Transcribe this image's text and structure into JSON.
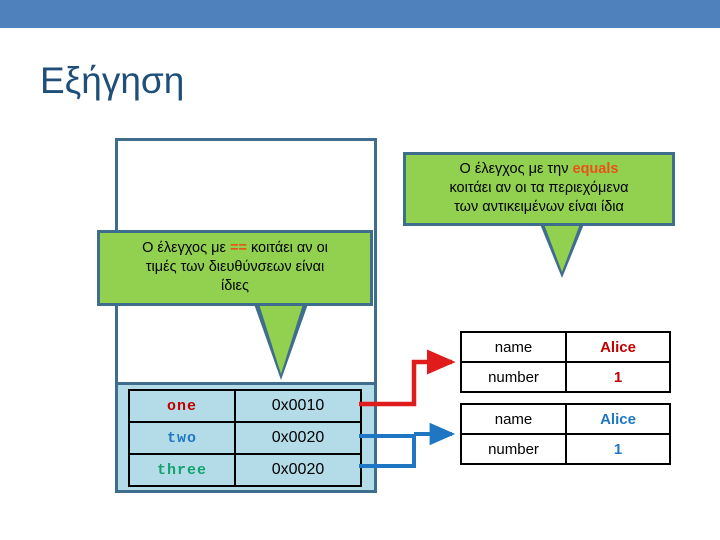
{
  "slide": {
    "title": "Εξήγηση",
    "title_color": "#1F4E79",
    "top_bar_color": "#4F81BD"
  },
  "callouts": [
    {
      "name": "equals-callout",
      "line1_before": "Ο έλεγχος με την ",
      "highlight": "equals",
      "line1_after": "",
      "line2": "κοιτάει αν οι τα περιεχόμενα",
      "line3": "των αντικειμένων είναι ίδια",
      "fill": "#92D050",
      "border": "#3E6D8E",
      "highlight_color": "#E8531A"
    },
    {
      "name": "equalsequals-callout",
      "line1_before": "Ο έλεγχος με ",
      "highlight": "==",
      "line1_after": " κοιτάει αν οι",
      "line2": "τιμές των διευθύνσεων είναι",
      "line3": "ίδιες",
      "fill": "#92D050",
      "border": "#3E6D8E",
      "highlight_color": "#E8531A"
    }
  ],
  "stack_table": {
    "panel_fill": "#B4DCE8",
    "rows": [
      {
        "name": "one",
        "address": "0x0010",
        "name_color": "#C00000"
      },
      {
        "name": "two",
        "address": "0x0020",
        "name_color": "#1F77C4"
      },
      {
        "name": "three",
        "address": "0x0020",
        "name_color": "#13A36F"
      }
    ]
  },
  "heap_tables": [
    {
      "id": "heap-object-1",
      "accent": "#C00000",
      "rows": [
        {
          "key": "name",
          "value": "Alice"
        },
        {
          "key": "number",
          "value": "1"
        }
      ]
    },
    {
      "id": "heap-object-2",
      "accent": "#1F77C4",
      "rows": [
        {
          "key": "name",
          "value": "Alice"
        },
        {
          "key": "number",
          "value": "1"
        }
      ]
    }
  ],
  "connectors": [
    {
      "name": "arrow-one-to-object1",
      "color": "#E01B1B",
      "from": "one",
      "to": "heap-object-1"
    },
    {
      "name": "arrow-two-to-object2",
      "color": "#1F77C4",
      "from": "two",
      "to": "heap-object-2"
    },
    {
      "name": "arrow-three-to-object2",
      "color": "#1F77C4",
      "from": "three",
      "to": "heap-object-2"
    }
  ]
}
